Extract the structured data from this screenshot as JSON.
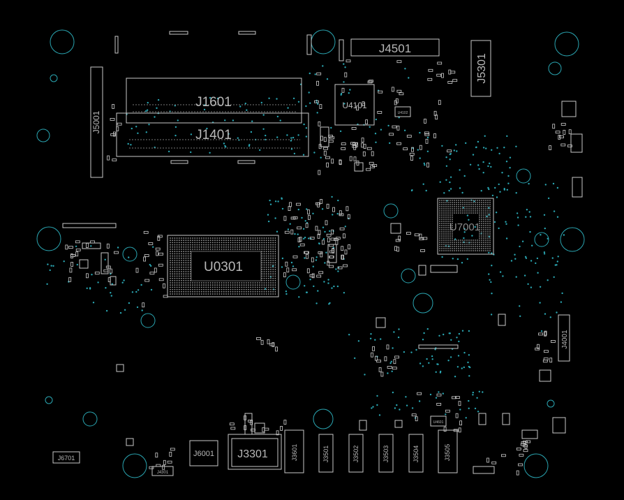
{
  "board": {
    "background": "#000000",
    "outline_color": "#c8c8c8",
    "via_color": "#2aa6b2",
    "label_color": "#b8b8b8"
  },
  "labels": {
    "j4501": "J4501",
    "j5301": "J5301",
    "j1601": "J1601",
    "j1401": "J1401",
    "j5001": "J5001",
    "u4101": "U4101",
    "u4102": "U4102",
    "u0301": "U0301",
    "u7001": "U7001",
    "j4001": "J4001",
    "j3301": "J3301",
    "j6001": "J6001",
    "j6701": "J6701",
    "j4301": "J4301",
    "j3501": "J3501",
    "j3502": "J3502",
    "j3503": "J3503",
    "j3504": "J3504",
    "j3505": "J3505",
    "j3601": "J3601",
    "u4601": "U4601"
  }
}
